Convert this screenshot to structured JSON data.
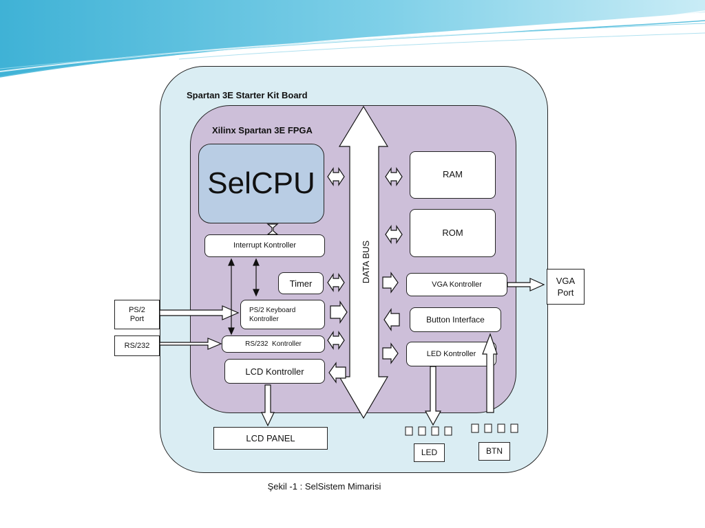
{
  "board": {
    "title": "Spartan 3E Starter Kit Board"
  },
  "fpga": {
    "title": "Xilinx Spartan 3E FPGA"
  },
  "cpu": {
    "label": "SelCPU"
  },
  "data_bus": {
    "label": "DATA BUS"
  },
  "blocks": {
    "interrupt": "Interrupt Kontroller",
    "timer": "Timer",
    "ps2_kbd_line1": "PS/2 Keyboard",
    "ps2_kbd_line2": "Kontroller",
    "rs232": "RS/232  Kontroller",
    "lcd": "LCD Kontroller",
    "ram": "RAM",
    "rom": "ROM",
    "vga": "VGA Kontroller",
    "button": "Button Interface",
    "led": "LED Kontroller"
  },
  "external": {
    "ps2_port_line1": "PS/2",
    "ps2_port_line2": "Port",
    "rs232_port": "RS/232",
    "vga_port_line1": "VGA",
    "vga_port_line2": "Port",
    "lcd_panel": "LCD PANEL",
    "led": "LED",
    "btn": "BTN"
  },
  "caption": "Şekil -1 : SelSistem Mimarisi",
  "colors": {
    "board_fill": "#daedf3",
    "fpga_fill": "#cdbfd9",
    "cpu_fill": "#b9cde4",
    "wave_blue": "#4fb9d9"
  }
}
